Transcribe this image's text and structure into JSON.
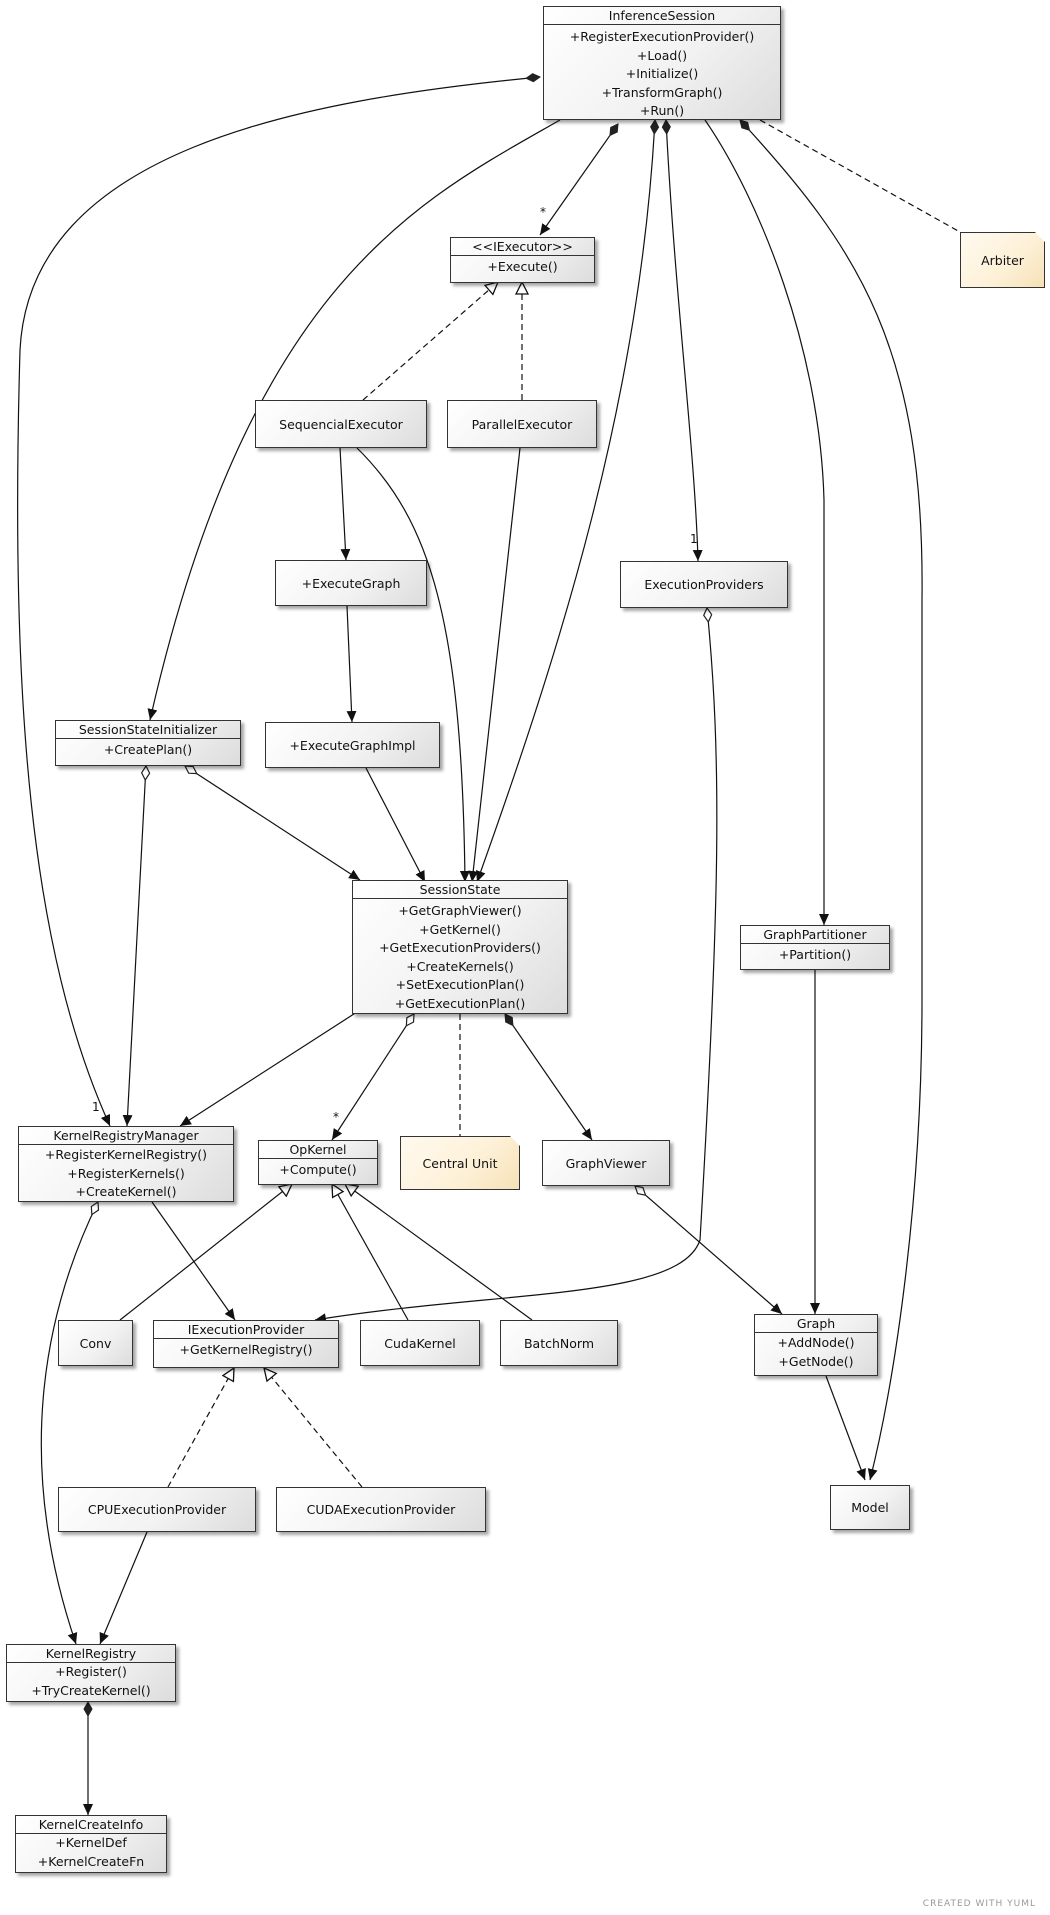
{
  "diagram": {
    "classes": {
      "inference_session": {
        "name": "InferenceSession",
        "methods": [
          "+RegisterExecutionProvider()",
          "+Load()",
          "+Initialize()",
          "+TransformGraph()",
          "+Run()"
        ]
      },
      "iexecutor": {
        "name": "<<IExecutor>>",
        "methods": [
          "+Execute()"
        ]
      },
      "sequencial_executor": {
        "name": "SequencialExecutor"
      },
      "parallel_executor": {
        "name": "ParallelExecutor"
      },
      "execute_graph": {
        "name": "+ExecuteGraph"
      },
      "execute_graph_impl": {
        "name": "+ExecuteGraphImpl"
      },
      "execution_providers": {
        "name": "ExecutionProviders"
      },
      "session_state_initializer": {
        "name": "SessionStateInitializer",
        "methods": [
          "+CreatePlan()"
        ]
      },
      "session_state": {
        "name": "SessionState",
        "methods": [
          "+GetGraphViewer()",
          "+GetKernel()",
          "+GetExecutionProviders()",
          "+CreateKernels()",
          "+SetExecutionPlan()",
          "+GetExecutionPlan()"
        ]
      },
      "graph_partitioner": {
        "name": "GraphPartitioner",
        "methods": [
          "+Partition()"
        ]
      },
      "kernel_registry_manager": {
        "name": "KernelRegistryManager",
        "methods": [
          "+RegisterKernelRegistry()",
          "+RegisterKernels()",
          "+CreateKernel()"
        ]
      },
      "op_kernel": {
        "name": "OpKernel",
        "methods": [
          "+Compute()"
        ]
      },
      "graph_viewer": {
        "name": "GraphViewer"
      },
      "conv": {
        "name": "Conv"
      },
      "iexecution_provider": {
        "name": "IExecutionProvider",
        "methods": [
          "+GetKernelRegistry()"
        ]
      },
      "cuda_kernel": {
        "name": "CudaKernel"
      },
      "batch_norm": {
        "name": "BatchNorm"
      },
      "graph": {
        "name": "Graph",
        "methods": [
          "+AddNode()",
          "+GetNode()"
        ]
      },
      "cpu_execution_provider": {
        "name": "CPUExecutionProvider"
      },
      "cuda_execution_provider": {
        "name": "CUDAExecutionProvider"
      },
      "model": {
        "name": "Model"
      },
      "kernel_registry": {
        "name": "KernelRegistry",
        "methods": [
          "+Register()",
          "+TryCreateKernel()"
        ]
      },
      "kernel_create_info": {
        "name": "KernelCreateInfo",
        "methods": [
          "+KernelDef",
          "+KernelCreateFn"
        ]
      }
    },
    "notes": {
      "arbiter": "Arbiter",
      "central_unit": "Central Unit"
    },
    "multiplicities": {
      "iexecutor_many": "*",
      "execution_providers_one": "1",
      "kernel_registry_manager_one": "1",
      "op_kernel_many": "*"
    },
    "colors": {
      "box_border": "#333333",
      "box_fill": "#f2f2f2",
      "note_fill": "#fdf0d6",
      "line": "#111111"
    },
    "credit": "CREATED WITH YUML"
  }
}
